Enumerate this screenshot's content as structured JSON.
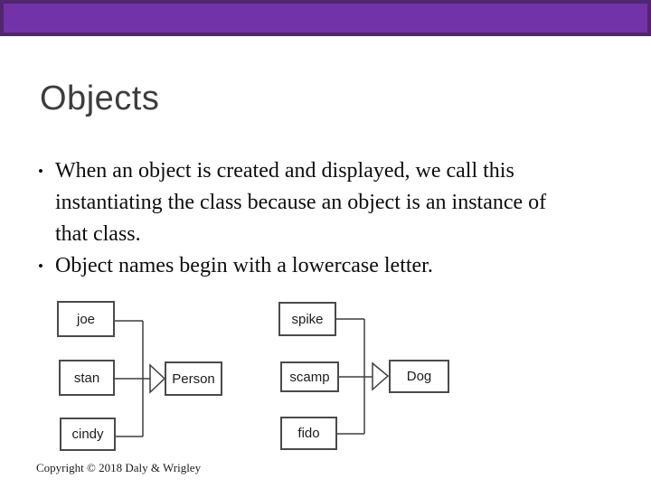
{
  "slide": {
    "title": "Objects",
    "bullets": [
      {
        "lines": [
          "When an object is created and displayed, we call this",
          "instantiating the class because an object is an instance of",
          "that class."
        ]
      },
      {
        "lines": [
          "Object names begin with a lowercase letter."
        ]
      }
    ],
    "copyright": "Copyright © 2018 Daly & Wrigley"
  },
  "diagram": {
    "left": {
      "objects": [
        "joe",
        "stan",
        "cindy"
      ],
      "class_name": "Person"
    },
    "right": {
      "objects": [
        "spike",
        "scamp",
        "fido"
      ],
      "class_name": "Dog"
    }
  },
  "colors": {
    "header_fill": "#7233a8",
    "header_border": "#50266e",
    "title_text": "#3d3d3d",
    "body_text": "#0d0d0d",
    "box_border": "#4a4a4a",
    "connector": "#3f3f3f"
  }
}
